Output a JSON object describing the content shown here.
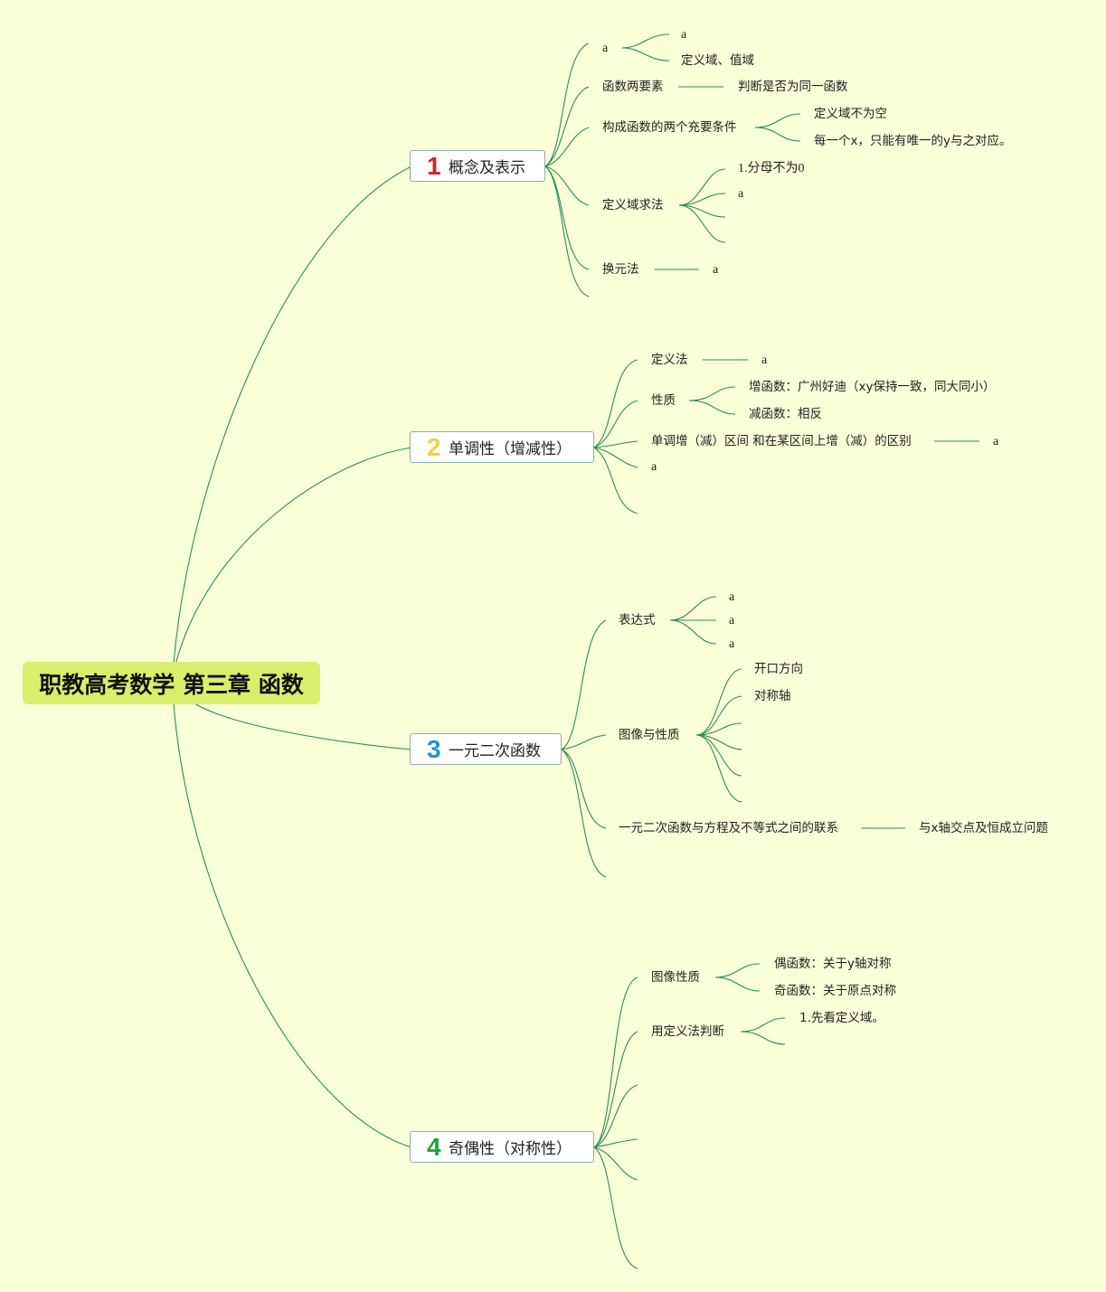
{
  "root": {
    "title": "职教高考数学 第三章 函数"
  },
  "colors": {
    "background": "#f9ffd8",
    "root_fill": "#d9ef6b",
    "line": "#2e8a5c",
    "num1": "#d81e2d",
    "num2": "#f3cf45",
    "num3": "#2390dd",
    "num4": "#23a23c"
  },
  "topics": [
    {
      "num": "1",
      "label": "概念及表示"
    },
    {
      "num": "2",
      "label": "单调性（增减性）"
    },
    {
      "num": "3",
      "label": "一元二次函数"
    },
    {
      "num": "4",
      "label": "奇偶性（对称性）"
    }
  ],
  "t1": {
    "a": "a",
    "a_a": "a",
    "a_domain": "定义域、值域",
    "elements": "函数两要素",
    "elements_child": "判断是否为同一函数",
    "conditions": "构成函数的两个充要条件",
    "cond_1": "定义域不为空",
    "cond_2": "每一个x，只能有唯一的y与之对应。",
    "domain_method": "定义域求法",
    "dm_1": "1.分母不为0",
    "dm_2": "a",
    "substitution": "换元法",
    "sub_a": "a"
  },
  "t2": {
    "def_method": "定义法",
    "def_a": "a",
    "property": "性质",
    "inc": "增函数：广州好迪（xy保持一致，同大同小）",
    "dec": "减函数：相反",
    "interval": "单调增（减）区间 和在某区间上增（减）的区别",
    "interval_a": "a",
    "a": "a"
  },
  "t3": {
    "expression": "表达式",
    "e1": "a",
    "e2": "a",
    "e3": "a",
    "graph": "图像与性质",
    "g1": "开口方向",
    "g2": "对称轴",
    "relation": "一元二次函数与方程及不等式之间的联系",
    "relation_child": "与x轴交点及恒成立问题"
  },
  "t4": {
    "graph": "图像性质",
    "even": "偶函数：关于y轴对称",
    "odd": "奇函数：关于原点对称",
    "def_judge": "用定义法判断",
    "dj_1": "1.先看定义域。"
  }
}
